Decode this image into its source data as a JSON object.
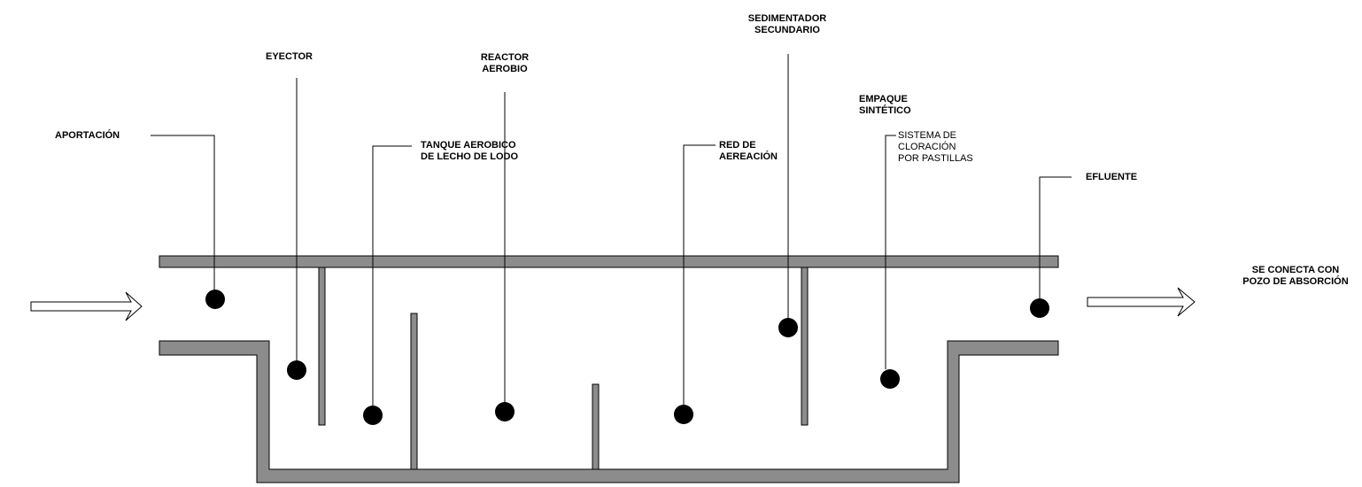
{
  "labels": {
    "aportacion": "APORTACIÓN",
    "eyector": "EYECTOR",
    "reactor": "REACTOR\nAEROBIO",
    "tanque": "TANQUE AEROBICO\nDE LECHO DE LODO",
    "red": "RED DE\nAEREACIÓN",
    "sedimentador": "SEDIMENTADOR\nSECUNDARIO",
    "empaque": "EMPAQUE\nSINTÉTICO",
    "cloracion": "SISTEMA DE\nCLORACIÓN\nPOR PASTILLAS",
    "efluente": "EFLUENTE",
    "conecta": "SE CONECTA CON\nPOZO DE ABSORCIÓN"
  },
  "colors": {
    "wall": "#8c8c8c",
    "stroke": "#000000",
    "marker": "#000000"
  }
}
